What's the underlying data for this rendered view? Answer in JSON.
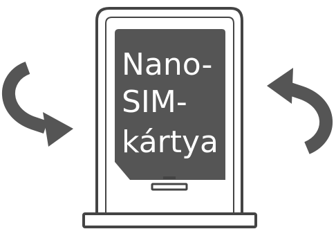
{
  "illustration": {
    "card_lines": [
      "Nano-",
      "SIM-",
      "kártya"
    ],
    "colors": {
      "stroke": "#444444",
      "card_fill": "#555555",
      "card_text": "#ffffff",
      "arrow": "#555555",
      "background": "#ffffff"
    },
    "icons": {
      "left_arrow": "rotate-clockwise-arrow-icon",
      "right_arrow": "rotate-counterclockwise-arrow-icon"
    }
  }
}
